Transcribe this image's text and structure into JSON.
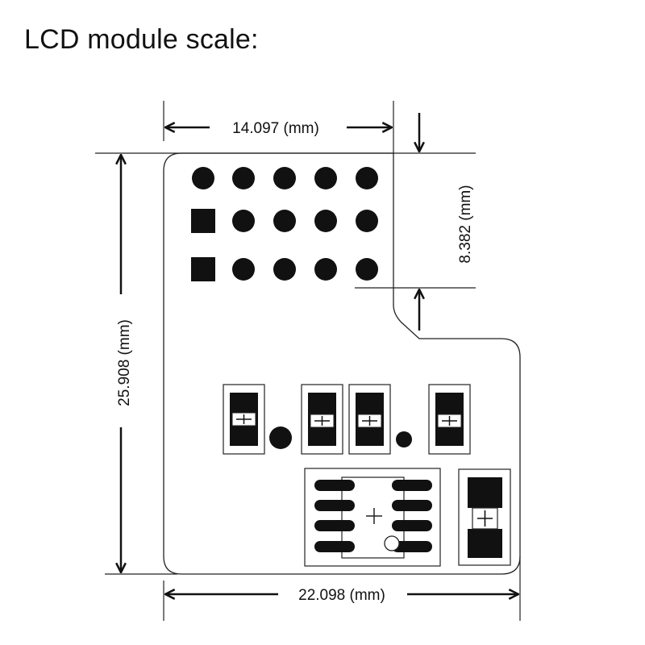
{
  "title": "LCD module scale:",
  "dimensions": {
    "top_width": "14.097 (mm)",
    "notch_height": "8.382 (mm)",
    "total_height": "25.908 (mm)",
    "total_width": "22.098 (mm)"
  },
  "pad_grid": {
    "rows": 3,
    "columns": 5,
    "square_pads": [
      "row-2-col-1",
      "row-3-col-1"
    ]
  },
  "colors": {
    "ink": "#111111",
    "background": "#ffffff"
  }
}
